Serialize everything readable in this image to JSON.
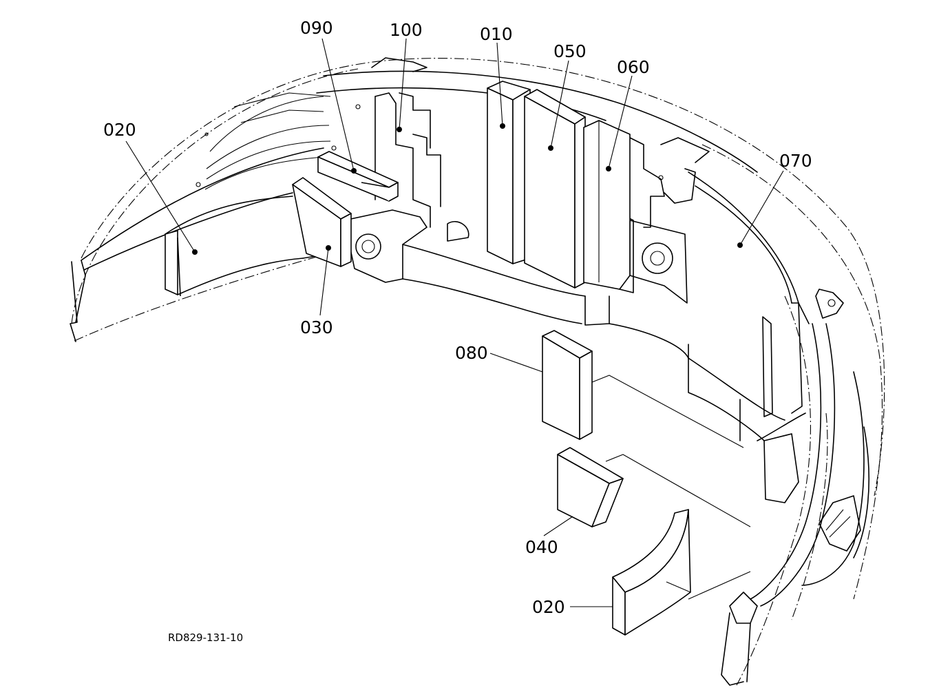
{
  "drawing": {
    "reference_code": "RD829-131-10",
    "callouts": [
      {
        "id": "090",
        "label": "090"
      },
      {
        "id": "100",
        "label": "100"
      },
      {
        "id": "010",
        "label": "010"
      },
      {
        "id": "050",
        "label": "050"
      },
      {
        "id": "060",
        "label": "060"
      },
      {
        "id": "020a",
        "label": "020"
      },
      {
        "id": "070",
        "label": "070"
      },
      {
        "id": "030",
        "label": "030"
      },
      {
        "id": "080",
        "label": "080"
      },
      {
        "id": "040",
        "label": "040"
      },
      {
        "id": "020b",
        "label": "020"
      }
    ]
  }
}
